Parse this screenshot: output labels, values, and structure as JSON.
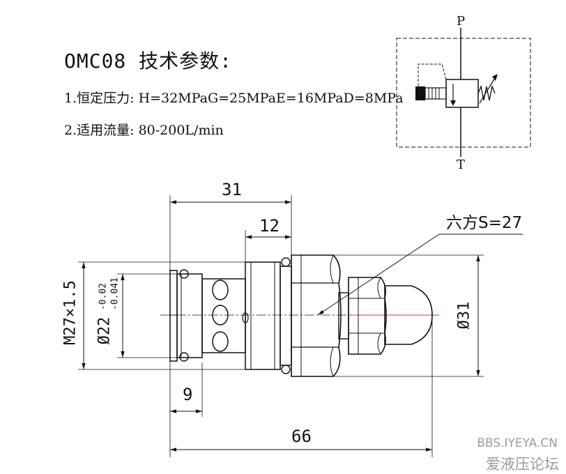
{
  "spec": {
    "title": "OMC08 技术参数:",
    "line1": "1.恒定压力: H=32MPaG=25MPaE=16MPaD=8MPa",
    "line2": "2.适用流量: 80-200L/min"
  },
  "symbol": {
    "port_p": "P",
    "port_t": "T"
  },
  "dimensions": {
    "overall_length": "66",
    "body_length": "31",
    "thread_length": "12",
    "spigot_length": "9",
    "thread_spec": "M27×1.5",
    "spigot_dia": "Ø22",
    "spigot_tol_upper": "-0.02",
    "spigot_tol_lower": "-0.041",
    "outer_dia": "Ø31",
    "hex_label": "六方S=27"
  },
  "watermark": {
    "url": "BBS.IYEYA.CN",
    "name": "爱液压论坛"
  },
  "colors": {
    "line": "#111111",
    "centerline": "#e03030",
    "watermark": "#9a9a9a"
  }
}
